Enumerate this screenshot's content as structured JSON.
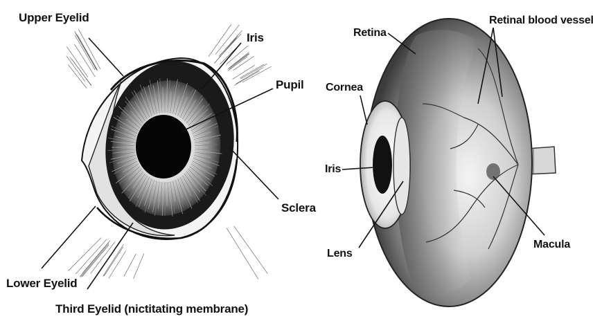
{
  "left_diagram": {
    "labels": {
      "upper_eyelid": "Upper Eyelid",
      "iris": "Iris",
      "pupil": "Pupil",
      "sclera": "Sclera",
      "lower_eyelid": "Lower Eyelid",
      "third_eyelid": "Third Eyelid (nictitating membrane)"
    }
  },
  "right_diagram": {
    "labels": {
      "retina": "Retina",
      "retinal_blood_vessels": "Retinal blood vessels",
      "cornea": "Cornea",
      "iris": "Iris",
      "lens": "Lens",
      "macula": "Macula"
    }
  },
  "colors": {
    "ink": "#111111",
    "background": "#ffffff"
  }
}
